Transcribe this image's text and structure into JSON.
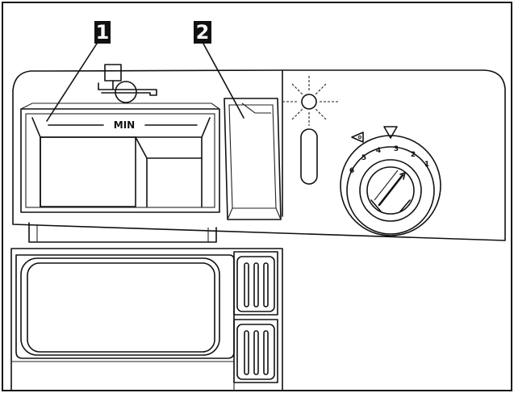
{
  "callouts": {
    "item1": "1",
    "item2": "2"
  },
  "dispenser": {
    "min_label": "MIN"
  },
  "rinse_dial": {
    "settings": [
      "6",
      "5",
      "4",
      "3",
      "2",
      "1"
    ]
  },
  "colors": {
    "line": "#111111",
    "background": "#ffffff"
  }
}
